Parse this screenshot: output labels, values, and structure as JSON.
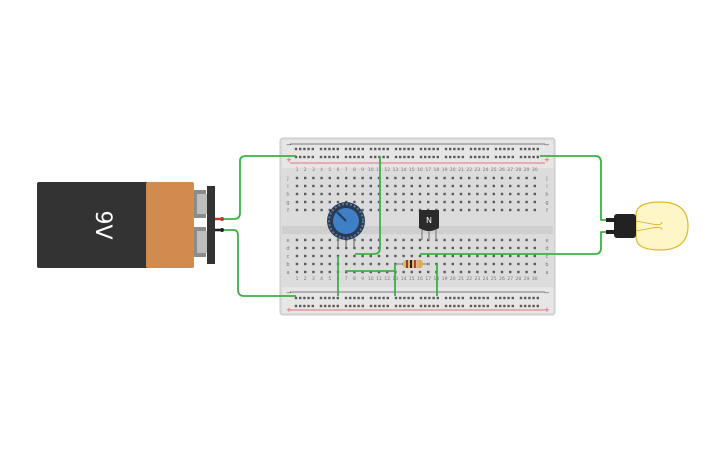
{
  "battery": {
    "label": "9V"
  },
  "transistor": {
    "label": "N"
  },
  "breadboard": {
    "rail_minus": "−",
    "rail_plus": "+",
    "row_letters_top": [
      "f",
      "g",
      "h",
      "i",
      "j"
    ],
    "row_letters_bottom": [
      "a",
      "b",
      "c",
      "d",
      "e"
    ],
    "column_numbers": [
      "1",
      "2",
      "3",
      "4",
      "5",
      "6",
      "7",
      "8",
      "9",
      "10",
      "11",
      "12",
      "13",
      "14",
      "15",
      "16",
      "17",
      "18",
      "19",
      "20",
      "21",
      "22",
      "23",
      "24",
      "25",
      "26",
      "27",
      "28",
      "29",
      "30"
    ]
  },
  "colors": {
    "wire": "#3cb043",
    "rail_red": "#d9534f",
    "rail_dark": "#555555",
    "battery_body": "#333333",
    "battery_band": "#d28b4e",
    "pot_blue": "#3f7fc6",
    "bulb_glass": "#fff6c8"
  }
}
